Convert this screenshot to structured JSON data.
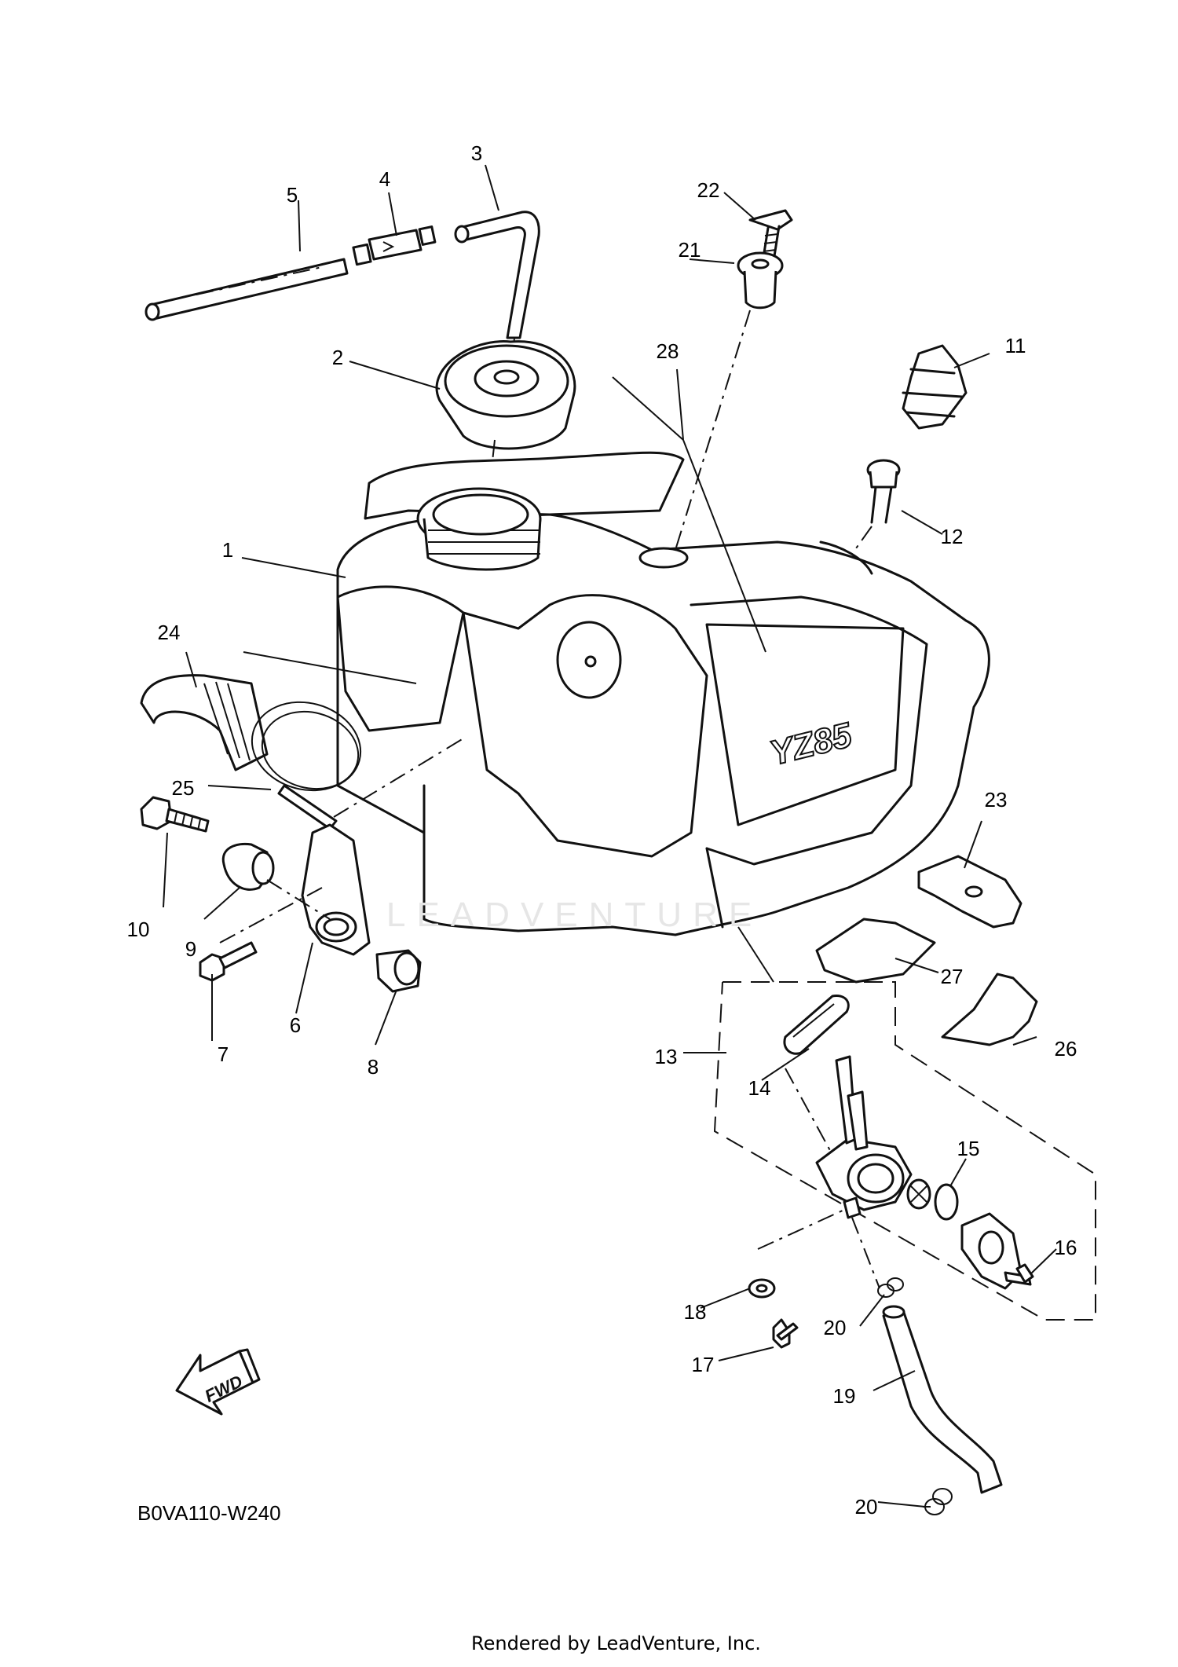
{
  "labels": [
    {
      "id": "1",
      "text": "1"
    },
    {
      "id": "2",
      "text": "2"
    },
    {
      "id": "3",
      "text": "3"
    },
    {
      "id": "4",
      "text": "4"
    },
    {
      "id": "5",
      "text": "5"
    },
    {
      "id": "6",
      "text": "6"
    },
    {
      "id": "7",
      "text": "7"
    },
    {
      "id": "8",
      "text": "8"
    },
    {
      "id": "9",
      "text": "9"
    },
    {
      "id": "10",
      "text": "10"
    },
    {
      "id": "11",
      "text": "11"
    },
    {
      "id": "12",
      "text": "12"
    },
    {
      "id": "13",
      "text": "13"
    },
    {
      "id": "14",
      "text": "14"
    },
    {
      "id": "15",
      "text": "15"
    },
    {
      "id": "16",
      "text": "16"
    },
    {
      "id": "17",
      "text": "17"
    },
    {
      "id": "18",
      "text": "18"
    },
    {
      "id": "19",
      "text": "19"
    },
    {
      "id": "20a",
      "text": "20"
    },
    {
      "id": "20b",
      "text": "20"
    },
    {
      "id": "21",
      "text": "21"
    },
    {
      "id": "22",
      "text": "22"
    },
    {
      "id": "23",
      "text": "23"
    },
    {
      "id": "24",
      "text": "24"
    },
    {
      "id": "25",
      "text": "25"
    },
    {
      "id": "26",
      "text": "26"
    },
    {
      "id": "27",
      "text": "27"
    },
    {
      "id": "28",
      "text": "28"
    }
  ],
  "diagram_code": "B0VA110-W240",
  "fwd_arrow_text": "FWD",
  "tank_badge_text": "YZ85",
  "watermark_text": "LEADVENTURE",
  "render_credit": "Rendered by LeadVenture, Inc."
}
